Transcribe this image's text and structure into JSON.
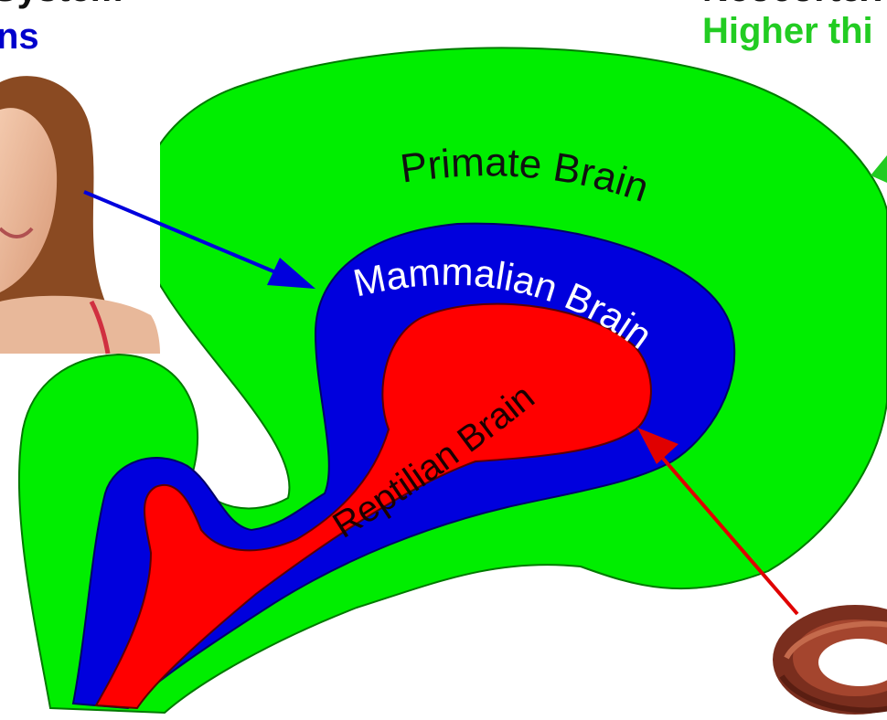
{
  "labels": {
    "primate": "Primate Brain",
    "mammalian": "Mammalian Brain",
    "reptilian": "Reptilian Brain"
  },
  "corner_text": {
    "top_left_line1": "System",
    "top_left_line2": "ns",
    "top_right_line1": "Neocortex",
    "top_right_line2": "Higher thi"
  },
  "colors": {
    "primate": "#00ee00",
    "mammalian": "#0000dd",
    "reptilian": "#ff0000",
    "arrow_blue": "#0000dd",
    "arrow_red": "#e00000",
    "text_blue": "#0000cc",
    "text_green": "#22cc22"
  }
}
